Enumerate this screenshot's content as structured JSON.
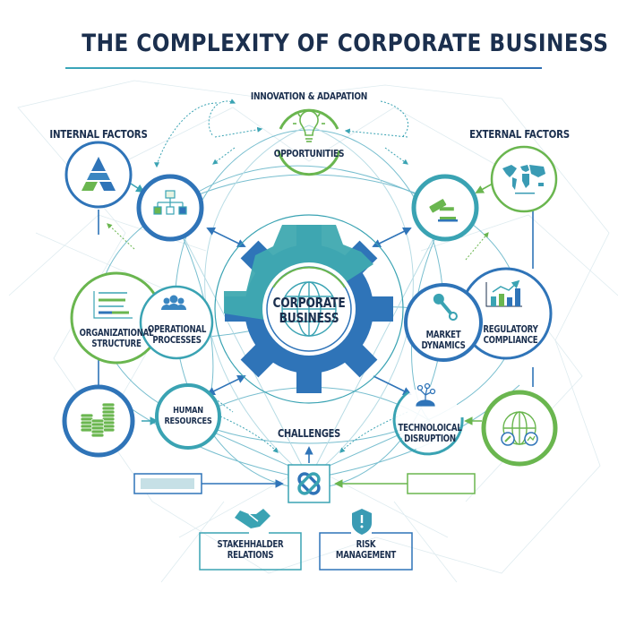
{
  "title": "THE COMPLEXITY OF CORPORATE BUSINESS",
  "colors": {
    "navy_text": "#1b2f4e",
    "blue": "#2f74b8",
    "teal": "#3aa3b3",
    "green": "#6ab64f",
    "light_line": "#b9dbe3"
  },
  "headings": {
    "innovation": "INNOVATION & ADAPATION",
    "internal": "INTERNAL FACTORS",
    "external": "EXTERNAL FACTORS",
    "challenges": "CHALLENGES"
  },
  "center": {
    "line1": "CORPORATE",
    "line2": "BUSINESS",
    "icon": "globe-icon"
  },
  "nodes": {
    "opportunities": {
      "label": "OPPORTUNITIES",
      "icon": "lightbulb-icon"
    },
    "pyramid": {
      "icon": "pyramid-icon"
    },
    "org_chart": {
      "icon": "org-chart-icon"
    },
    "org_structure": {
      "line1": "ORGANIZATIONAL",
      "line2": "STRUCTURE",
      "icon": "bar-arrows-icon"
    },
    "operational": {
      "line1": "OPERATIONAL",
      "line2": "PROCESSES",
      "icon": "people-group-icon"
    },
    "coins": {
      "icon": "coin-stacks-icon"
    },
    "human_resources": {
      "line1": "HUMAN",
      "line2": "RESOURCES"
    },
    "world_map": {
      "icon": "world-map-icon"
    },
    "gavel": {
      "icon": "gavel-icon"
    },
    "market": {
      "line1": "MARKET",
      "line2": "DYNAMICS",
      "icon": "wrench-icon"
    },
    "regulatory": {
      "line1": "REGULATORY",
      "line2": "COMPLIANCE",
      "icon": "growth-chart-icon"
    },
    "tech": {
      "line1": "TECHNOLOICAL",
      "line2": "DISRUPTION",
      "icon": "network-tree-icon"
    },
    "global_globe": {
      "icon": "globe-badges-icon"
    },
    "challenges_hub": {
      "icon": "interlocked-links-icon"
    }
  },
  "bottom": {
    "stakeholder": {
      "line1": "STAKEHHALDER",
      "line2": "RELATIONS",
      "icon": "handshake-icon"
    },
    "risk": {
      "line1": "RISK",
      "line2": "MANAGEMENT",
      "icon": "shield-alert-icon"
    }
  }
}
